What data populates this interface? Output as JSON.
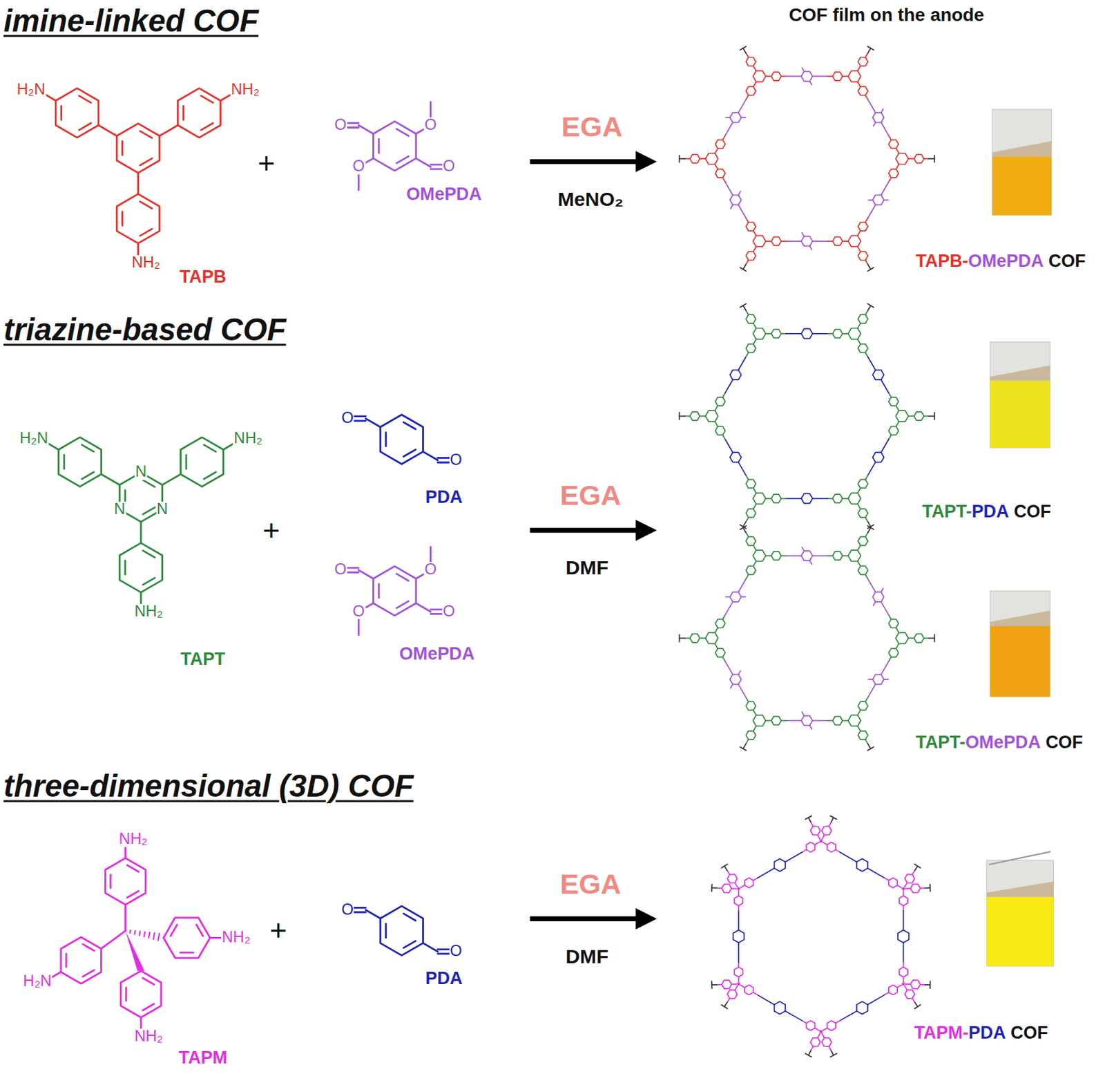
{
  "diagram": {
    "labels": [
      "imine-linked COF",
      "COF film on the anode",
      "H₂N",
      "NH₂",
      "NH₂",
      "TAPB",
      "+",
      "O",
      "O",
      "O",
      "O",
      "OMePDA",
      "EGA",
      "MeNO₂",
      "TAPB-",
      "OMePDA",
      "COF",
      "triazine-based COF",
      "H₂N",
      "NH₂",
      "N",
      "N",
      "N",
      "NH₂",
      "TAPT",
      "+",
      "O",
      "O",
      "PDA",
      "O",
      "O",
      "O",
      "O",
      "OMePDA",
      "EGA",
      "DMF",
      "TAPT-",
      "PDA",
      "COF",
      "TAPT-",
      "OMePDA",
      "COF",
      "three-dimensional (3D) COF",
      "NH₂",
      "NH₂",
      "H₂N",
      "NH₂",
      "TAPM",
      "+",
      "O",
      "O",
      "PDA",
      "EGA",
      "DMF",
      "TAPM-",
      "PDA",
      "COF"
    ]
  }
}
